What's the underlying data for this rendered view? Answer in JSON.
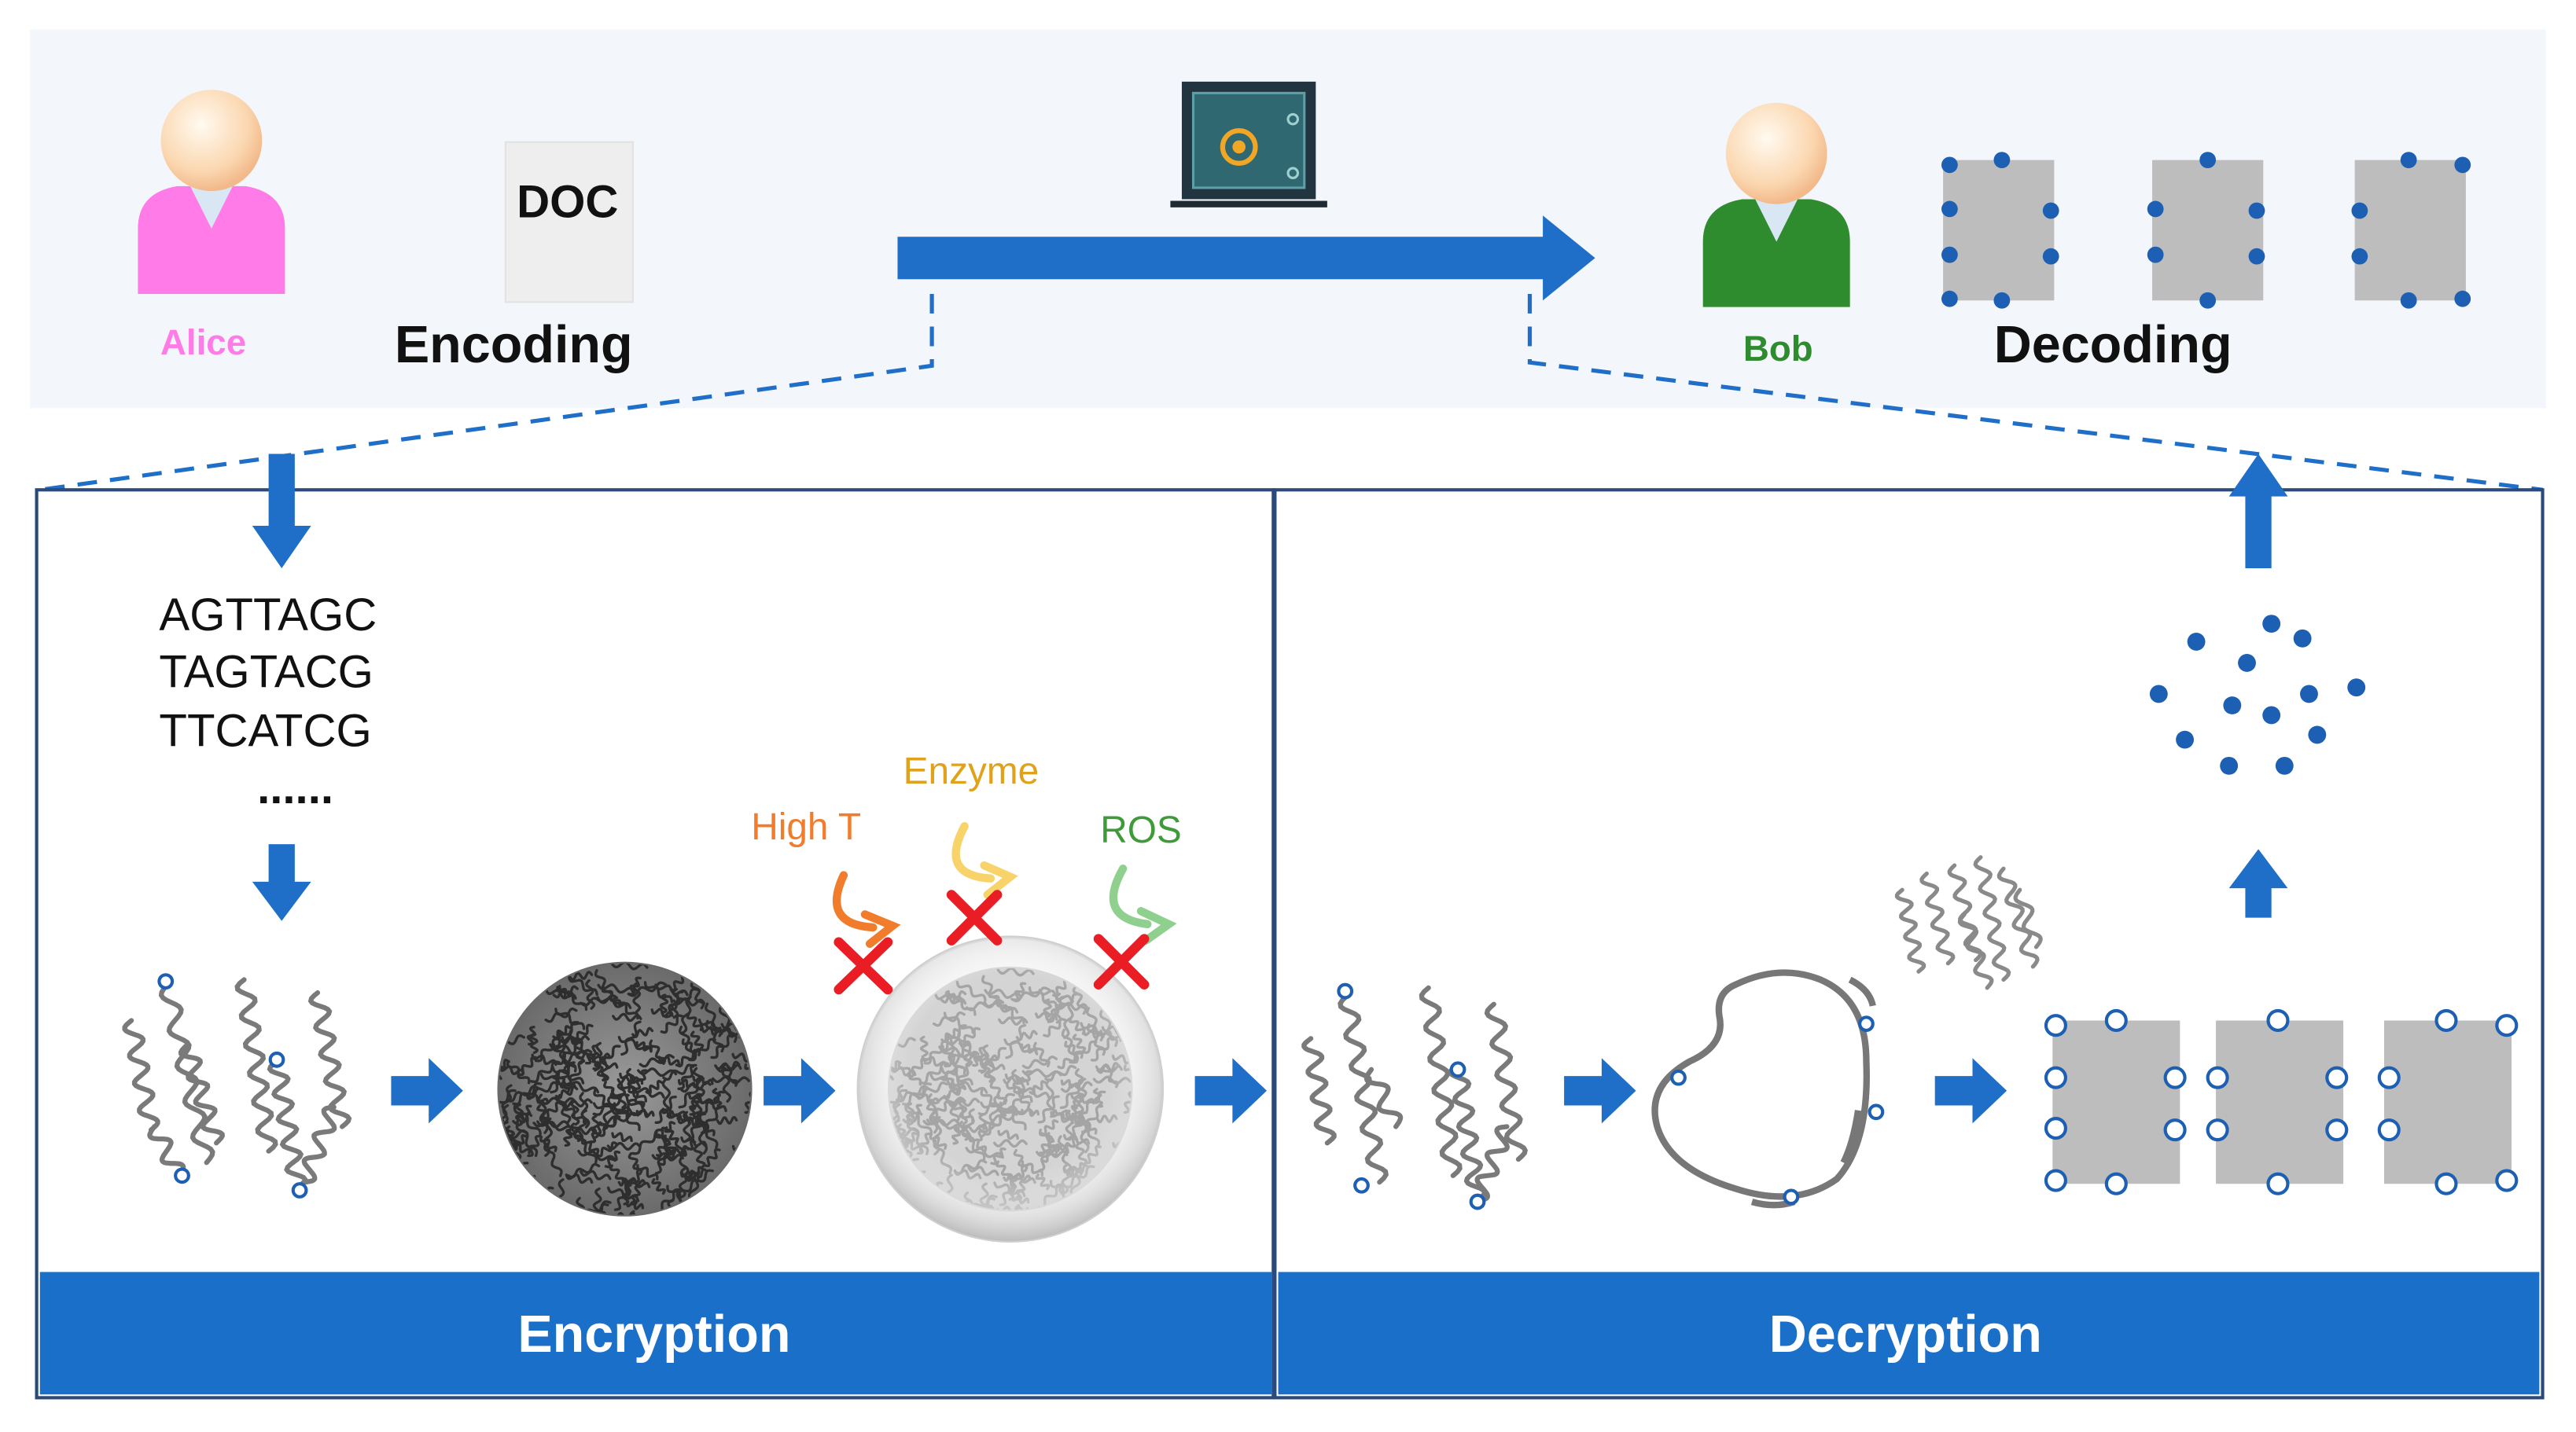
{
  "top": {
    "alice_label": "Alice",
    "doc_label": "DOC",
    "encoding_label": "Encoding",
    "bob_label": "Bob",
    "decoding_label": "Decoding"
  },
  "encryption": {
    "sequences": [
      "AGTTAGC",
      "TAGTACG",
      "TTCATCG",
      "......"
    ],
    "threats": {
      "high_t": "High T",
      "enzyme": "Enzyme",
      "ros": "ROS"
    },
    "banner": "Encryption"
  },
  "decryption": {
    "banner": "Decryption"
  },
  "colors": {
    "arrow_blue": "#1f6fc8",
    "banner_blue": "#1a6fc9",
    "alice_pink": "#ff7be8",
    "bob_green": "#2e8b2e",
    "enzyme_gold": "#e0a21a",
    "hight_orange": "#f07c2c",
    "ros_green": "#3f9a3a",
    "cross_red": "#ea1c24",
    "dot_blue": "#1d5fb2",
    "block_gray": "#bdbdbd",
    "top_bg": "#f3f6fb"
  },
  "icons": [
    "person-icon",
    "safe-icon",
    "document-icon",
    "dna-strand-icon",
    "cross-icon"
  ]
}
